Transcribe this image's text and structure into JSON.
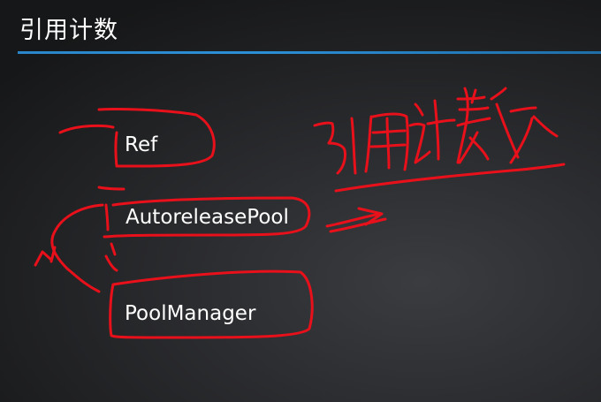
{
  "slide": {
    "title": "引用计数",
    "classes": [
      "Ref",
      "AutoreleasePool",
      "PoolManager"
    ]
  },
  "colors": {
    "title_rule": "#2c8fd6",
    "annotation_ink": "#e8101a",
    "text": "#ffffff"
  },
  "annotation": {
    "handwritten": "引用计数"
  }
}
